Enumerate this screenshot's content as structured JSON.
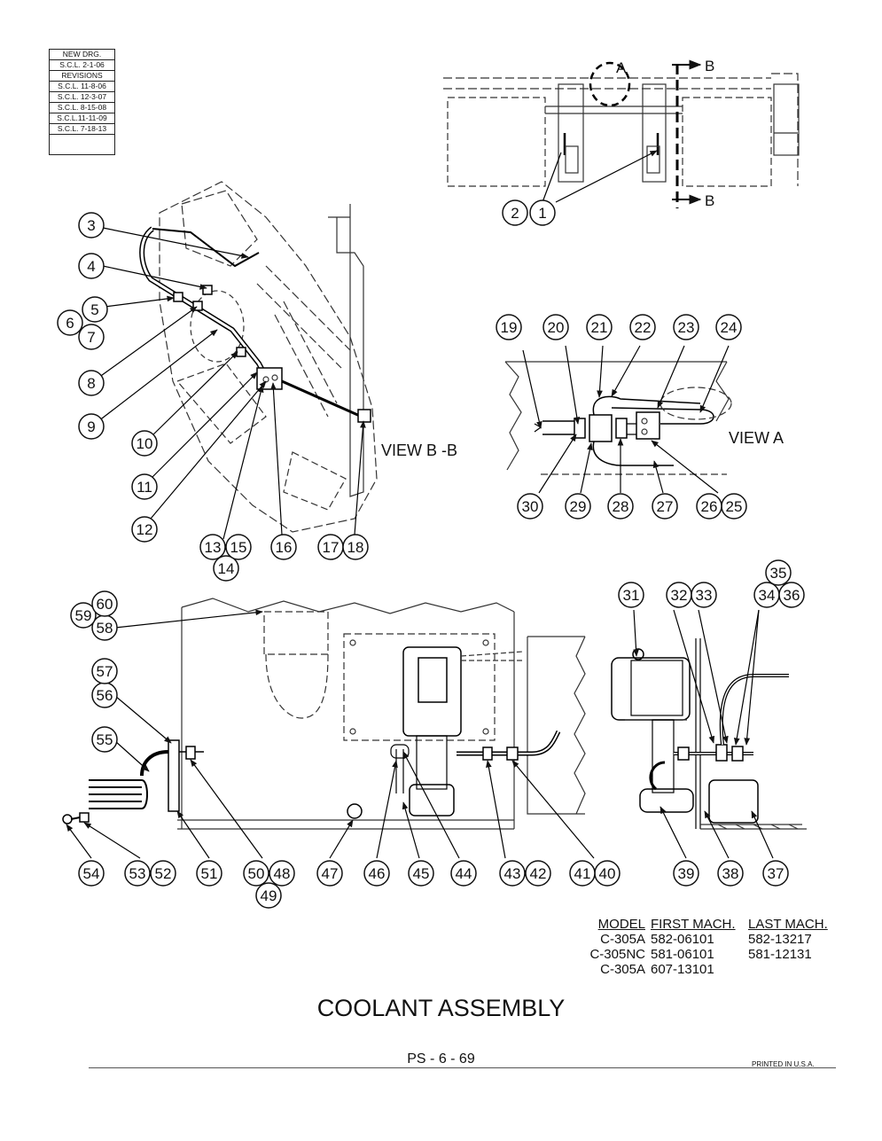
{
  "revision_block": {
    "header": "NEW DRG.",
    "new_date": "S.C.L. 2-1-06",
    "revisions_label": "REVISIONS",
    "entries": [
      "S.C.L. 11-8-06",
      "S.C.L. 12-3-07",
      "S.C.L. 8-15-08",
      "S.C.L.11-11-09",
      "S.C.L. 7-18-13",
      ""
    ]
  },
  "views": {
    "top_view": {
      "callout_a": "A",
      "section_b": "B",
      "section_b2": "B"
    },
    "view_bb": "VIEW B -B",
    "view_a": "VIEW A"
  },
  "callouts": {
    "c1": "1",
    "c2": "2",
    "c3": "3",
    "c4": "4",
    "c5": "5",
    "c6": "6",
    "c7": "7",
    "c8": "8",
    "c9": "9",
    "c10": "10",
    "c11": "11",
    "c12": "12",
    "c13": "13",
    "c14": "14",
    "c15": "15",
    "c16": "16",
    "c17": "17",
    "c18": "18",
    "c19": "19",
    "c20": "20",
    "c21": "21",
    "c22": "22",
    "c23": "23",
    "c24": "24",
    "c25": "25",
    "c26": "26",
    "c27": "27",
    "c28": "28",
    "c29": "29",
    "c30": "30",
    "c31": "31",
    "c32": "32",
    "c33": "33",
    "c34": "34",
    "c35": "35",
    "c36": "36",
    "c37": "37",
    "c38": "38",
    "c39": "39",
    "c40": "40",
    "c41": "41",
    "c42": "42",
    "c43": "43",
    "c44": "44",
    "c45": "45",
    "c46": "46",
    "c47": "47",
    "c48": "48",
    "c49": "49",
    "c50": "50",
    "c51": "51",
    "c52": "52",
    "c53": "53",
    "c54": "54",
    "c55": "55",
    "c56": "56",
    "c57": "57",
    "c58": "58",
    "c59": "59",
    "c60": "60"
  },
  "model_table": {
    "headers": [
      "MODEL",
      "FIRST MACH.",
      "LAST MACH."
    ],
    "rows": [
      [
        "C-305A",
        "582-06101",
        "582-13217"
      ],
      [
        "C-305NC",
        "581-06101",
        "581-12131"
      ],
      [
        "C-305A",
        "607-13101",
        ""
      ]
    ]
  },
  "title": "COOLANT ASSEMBLY",
  "page_number": "PS - 6 - 69",
  "printed": "PRINTED IN U.S.A."
}
